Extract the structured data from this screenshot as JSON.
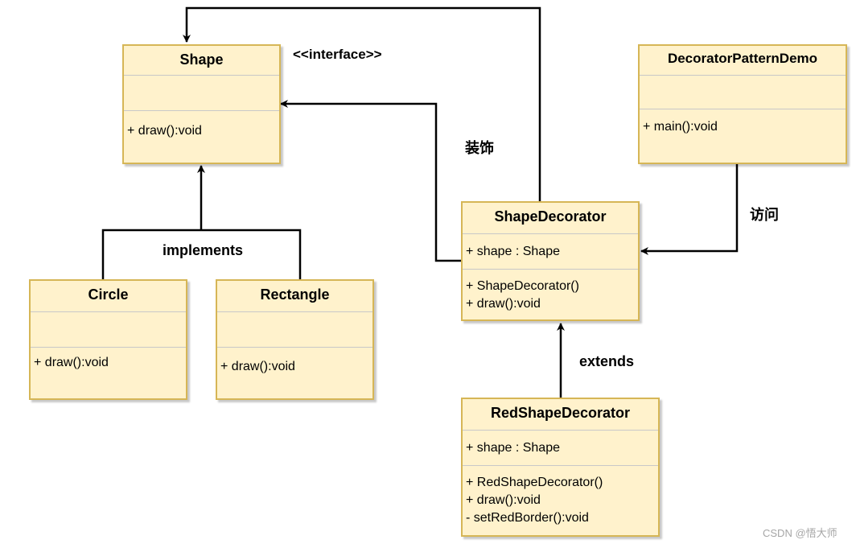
{
  "classes": {
    "shape": {
      "name": "Shape",
      "methods": [
        "+ draw():void"
      ]
    },
    "circle": {
      "name": "Circle",
      "methods": [
        "+ draw():void"
      ]
    },
    "rectangle": {
      "name": "Rectangle",
      "methods": [
        "+ draw():void"
      ]
    },
    "shape_decorator": {
      "name": "ShapeDecorator",
      "attributes": [
        "+ shape : Shape"
      ],
      "methods": [
        "+ ShapeDecorator()",
        "+ draw():void"
      ]
    },
    "red_shape_decorator": {
      "name": "RedShapeDecorator",
      "attributes": [
        "+ shape : Shape"
      ],
      "methods": [
        "+ RedShapeDecorator()",
        "+ draw():void",
        "- setRedBorder():void"
      ]
    },
    "decorator_pattern_demo": {
      "name": "DecoratorPatternDemo",
      "methods": [
        "+ main():void"
      ]
    }
  },
  "labels": {
    "interface": "<<interface>>",
    "decorate": "装饰",
    "implements": "implements",
    "access": "访问",
    "extends": "extends"
  },
  "watermark": "CSDN @悟大师",
  "colors": {
    "box_fill": "#fff2cc",
    "box_border": "#d6b656",
    "line": "#000000"
  }
}
